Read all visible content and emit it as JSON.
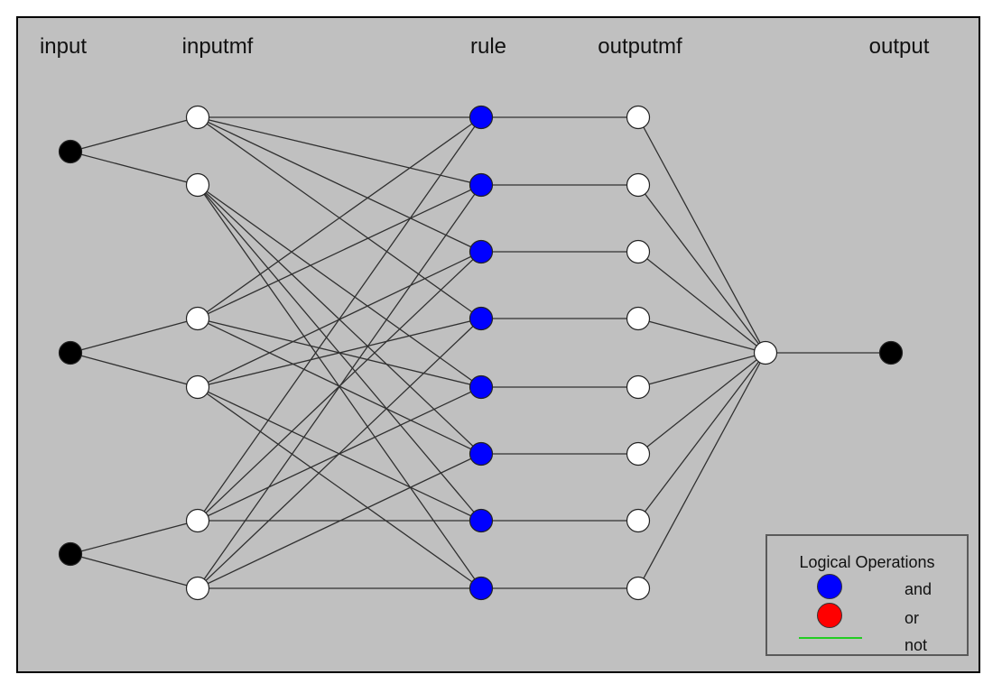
{
  "layers": {
    "input": "input",
    "inputmf": "inputmf",
    "rule": "rule",
    "outputmf": "outputmf",
    "output": "output"
  },
  "network": {
    "input_count": 3,
    "inputmf_count": 6,
    "rule_count": 8,
    "outputmf_count": 8,
    "output_count": 1
  },
  "legend": {
    "title": "Logical Operations",
    "items": [
      {
        "label": "and",
        "color": "#0000ff",
        "symbol": "circle"
      },
      {
        "label": "or",
        "color": "#ff0000",
        "symbol": "circle"
      },
      {
        "label": "not",
        "color": "#22cc22",
        "symbol": "line"
      }
    ]
  },
  "colors": {
    "background": "#c0c0c0",
    "input_node": "#000000",
    "mf_node": "#ffffff",
    "rule_node": "#0000ff",
    "edge": "#303030"
  }
}
